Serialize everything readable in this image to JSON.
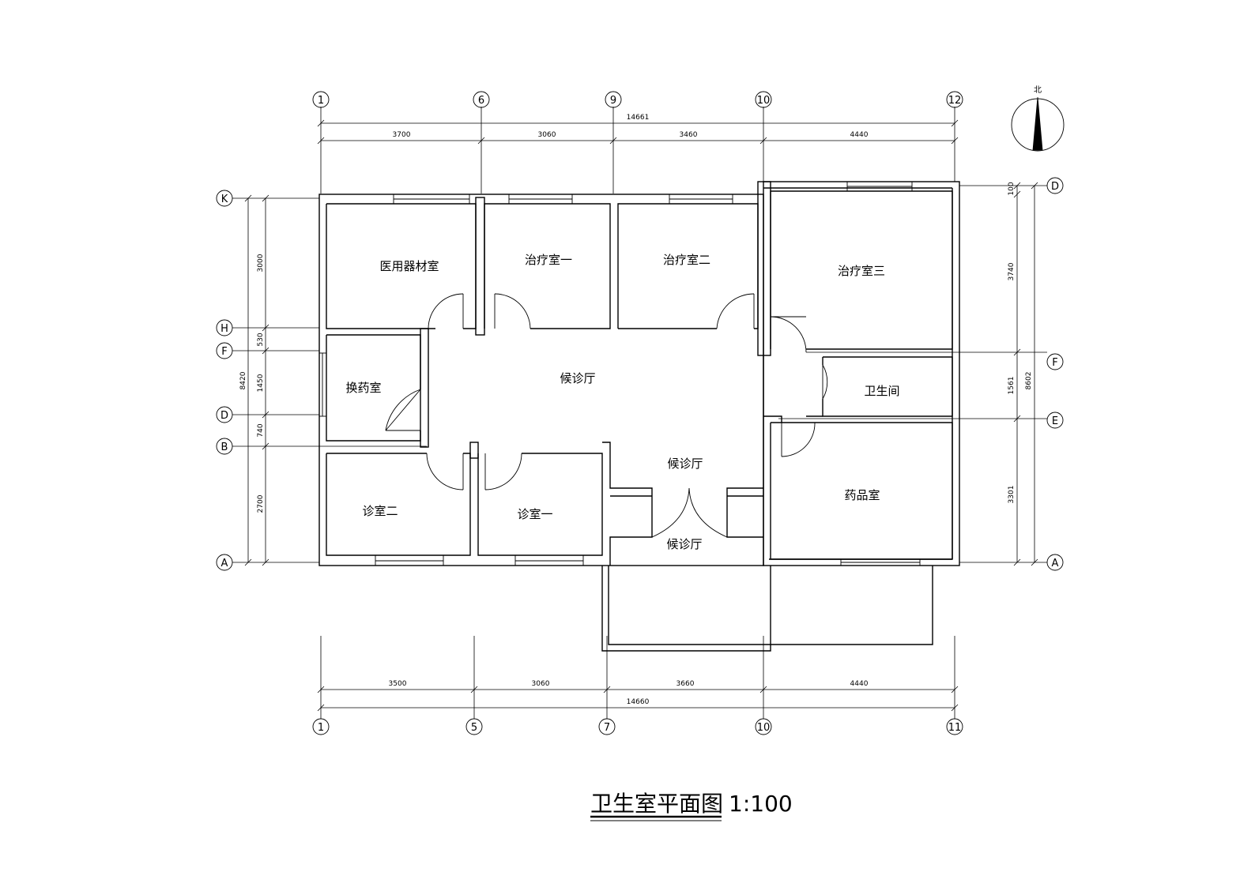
{
  "title": "卫生室平面图",
  "scale": "1:100",
  "north_label": "北",
  "rooms": {
    "medical_storage": "医用器材室",
    "treatment_1": "治疗室一",
    "treatment_2": "治疗室二",
    "treatment_3": "治疗室三",
    "dressing": "换药室",
    "waiting_main": "候诊厅",
    "toilet": "卫生间",
    "pharmacy": "药品室",
    "consult_2": "诊室二",
    "consult_1": "诊室一",
    "waiting_mid": "候诊厅",
    "waiting_entry": "候诊厅"
  },
  "dims_top": {
    "total": "14661",
    "d1": "3700",
    "d2": "3060",
    "d3": "3460",
    "d4": "4440"
  },
  "dims_bottom": {
    "total": "14660",
    "d1": "3500",
    "d2": "3060",
    "d3": "3660",
    "d4": "4440"
  },
  "dims_left": {
    "total": "8420",
    "d1": "3000",
    "d2": "530",
    "d3": "1450",
    "d4": "740",
    "d5": "2700"
  },
  "dims_right": {
    "total": "8602",
    "d1": "100",
    "d2": "3740",
    "d3": "1561",
    "d4": "3301"
  },
  "axes_top": [
    "1",
    "6",
    "9",
    "10",
    "12"
  ],
  "axes_bottom": [
    "1",
    "5",
    "7",
    "10",
    "11"
  ],
  "axes_left": [
    "K",
    "H",
    "F",
    "D",
    "B",
    "A"
  ],
  "axes_right": [
    "D",
    "F",
    "E",
    "A"
  ]
}
